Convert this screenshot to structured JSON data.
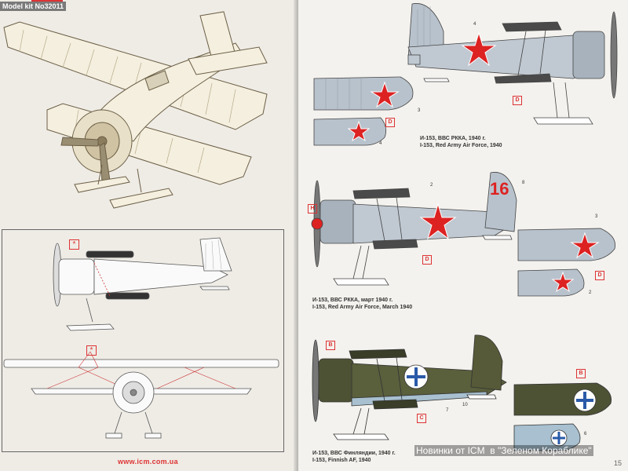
{
  "header": {
    "model_kit": "Model kit No32011"
  },
  "left_page": {
    "footer_url": "www.icm.com.ua",
    "callout_marker": "*"
  },
  "right_page": {
    "page_number": "15",
    "profiles": [
      {
        "caption_ru": "И-153, ВВС РККА, 1940 г.",
        "caption_en": "I-153, Red Army Air Force, 1940",
        "callouts": [
          "4",
          "D",
          "3",
          "D",
          "4"
        ]
      },
      {
        "caption_ru": "И-153, ВВС РККА, март 1940 г.",
        "caption_en": "I-153, Red Army Air Force, March 1940",
        "tail_number": "16",
        "callouts": [
          "2",
          "8",
          "H",
          "D",
          "3",
          "D",
          "2"
        ]
      },
      {
        "caption_ru": "И-153, ВВС Финляндии, 1940 г.",
        "caption_en": "I-153, Finnish AF, 1940",
        "callouts": [
          "B",
          "C",
          "7",
          "10",
          "B",
          "6"
        ]
      }
    ]
  },
  "watermark": "Новинки от ICM  в \"Зеленом Кораблике\""
}
